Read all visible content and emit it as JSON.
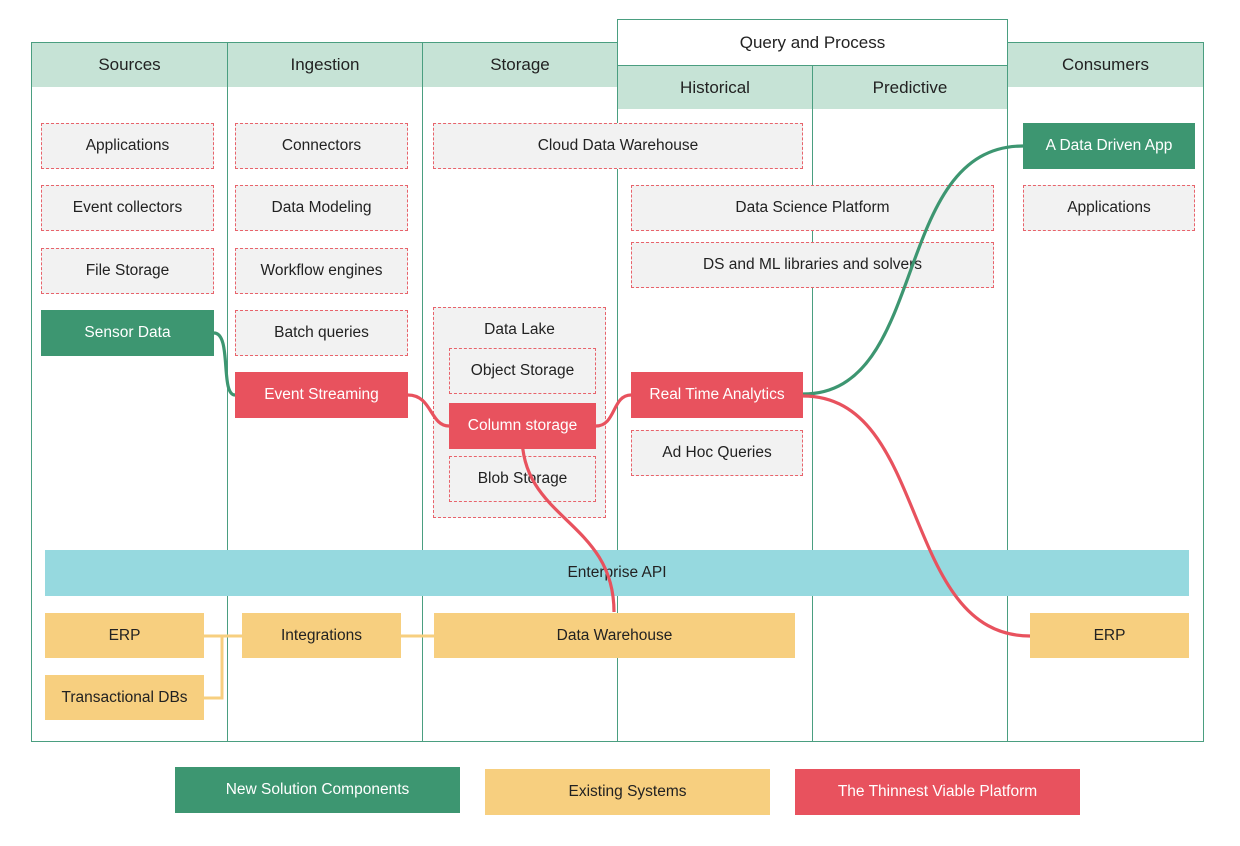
{
  "columns": {
    "sources": "Sources",
    "ingestion": "Ingestion",
    "storage": "Storage",
    "query_process": "Query and Process",
    "historical": "Historical",
    "predictive": "Predictive",
    "consumers": "Consumers"
  },
  "sources": {
    "applications": "Applications",
    "event_collectors": "Event collectors",
    "file_storage": "File Storage",
    "sensor_data": "Sensor Data"
  },
  "ingestion": {
    "connectors": "Connectors",
    "data_modeling": "Data Modeling",
    "workflow_engines": "Workflow engines",
    "batch_queries": "Batch queries",
    "event_streaming": "Event Streaming"
  },
  "storage": {
    "cloud_data_warehouse": "Cloud Data Warehouse",
    "data_lake": "Data Lake",
    "object_storage": "Object Storage",
    "column_storage": "Column storage",
    "blob_storage": "Blob Storage"
  },
  "process": {
    "data_science_platform": "Data Science Platform",
    "ds_ml_libraries": "DS and ML libraries and solvers",
    "real_time_analytics": "Real Time Analytics",
    "ad_hoc_queries": "Ad Hoc Queries"
  },
  "consumers": {
    "data_driven_app": "A Data Driven App",
    "applications": "Applications"
  },
  "enterprise_api": "Enterprise API",
  "existing": {
    "erp_source": "ERP",
    "transactional_dbs": "Transactional DBs",
    "integrations": "Integrations",
    "data_warehouse": "Data Warehouse",
    "erp_consumer": "ERP"
  },
  "legend": {
    "new_components": "New Solution Components",
    "existing_systems": "Existing Systems",
    "thinnest_platform": "The Thinnest Viable Platform"
  },
  "colors": {
    "green": "#3d9671",
    "red": "#e8525e",
    "yellow": "#f7cf7f",
    "api": "#96d9df",
    "header": "#c6e3d6",
    "frame": "#4a9e80"
  }
}
